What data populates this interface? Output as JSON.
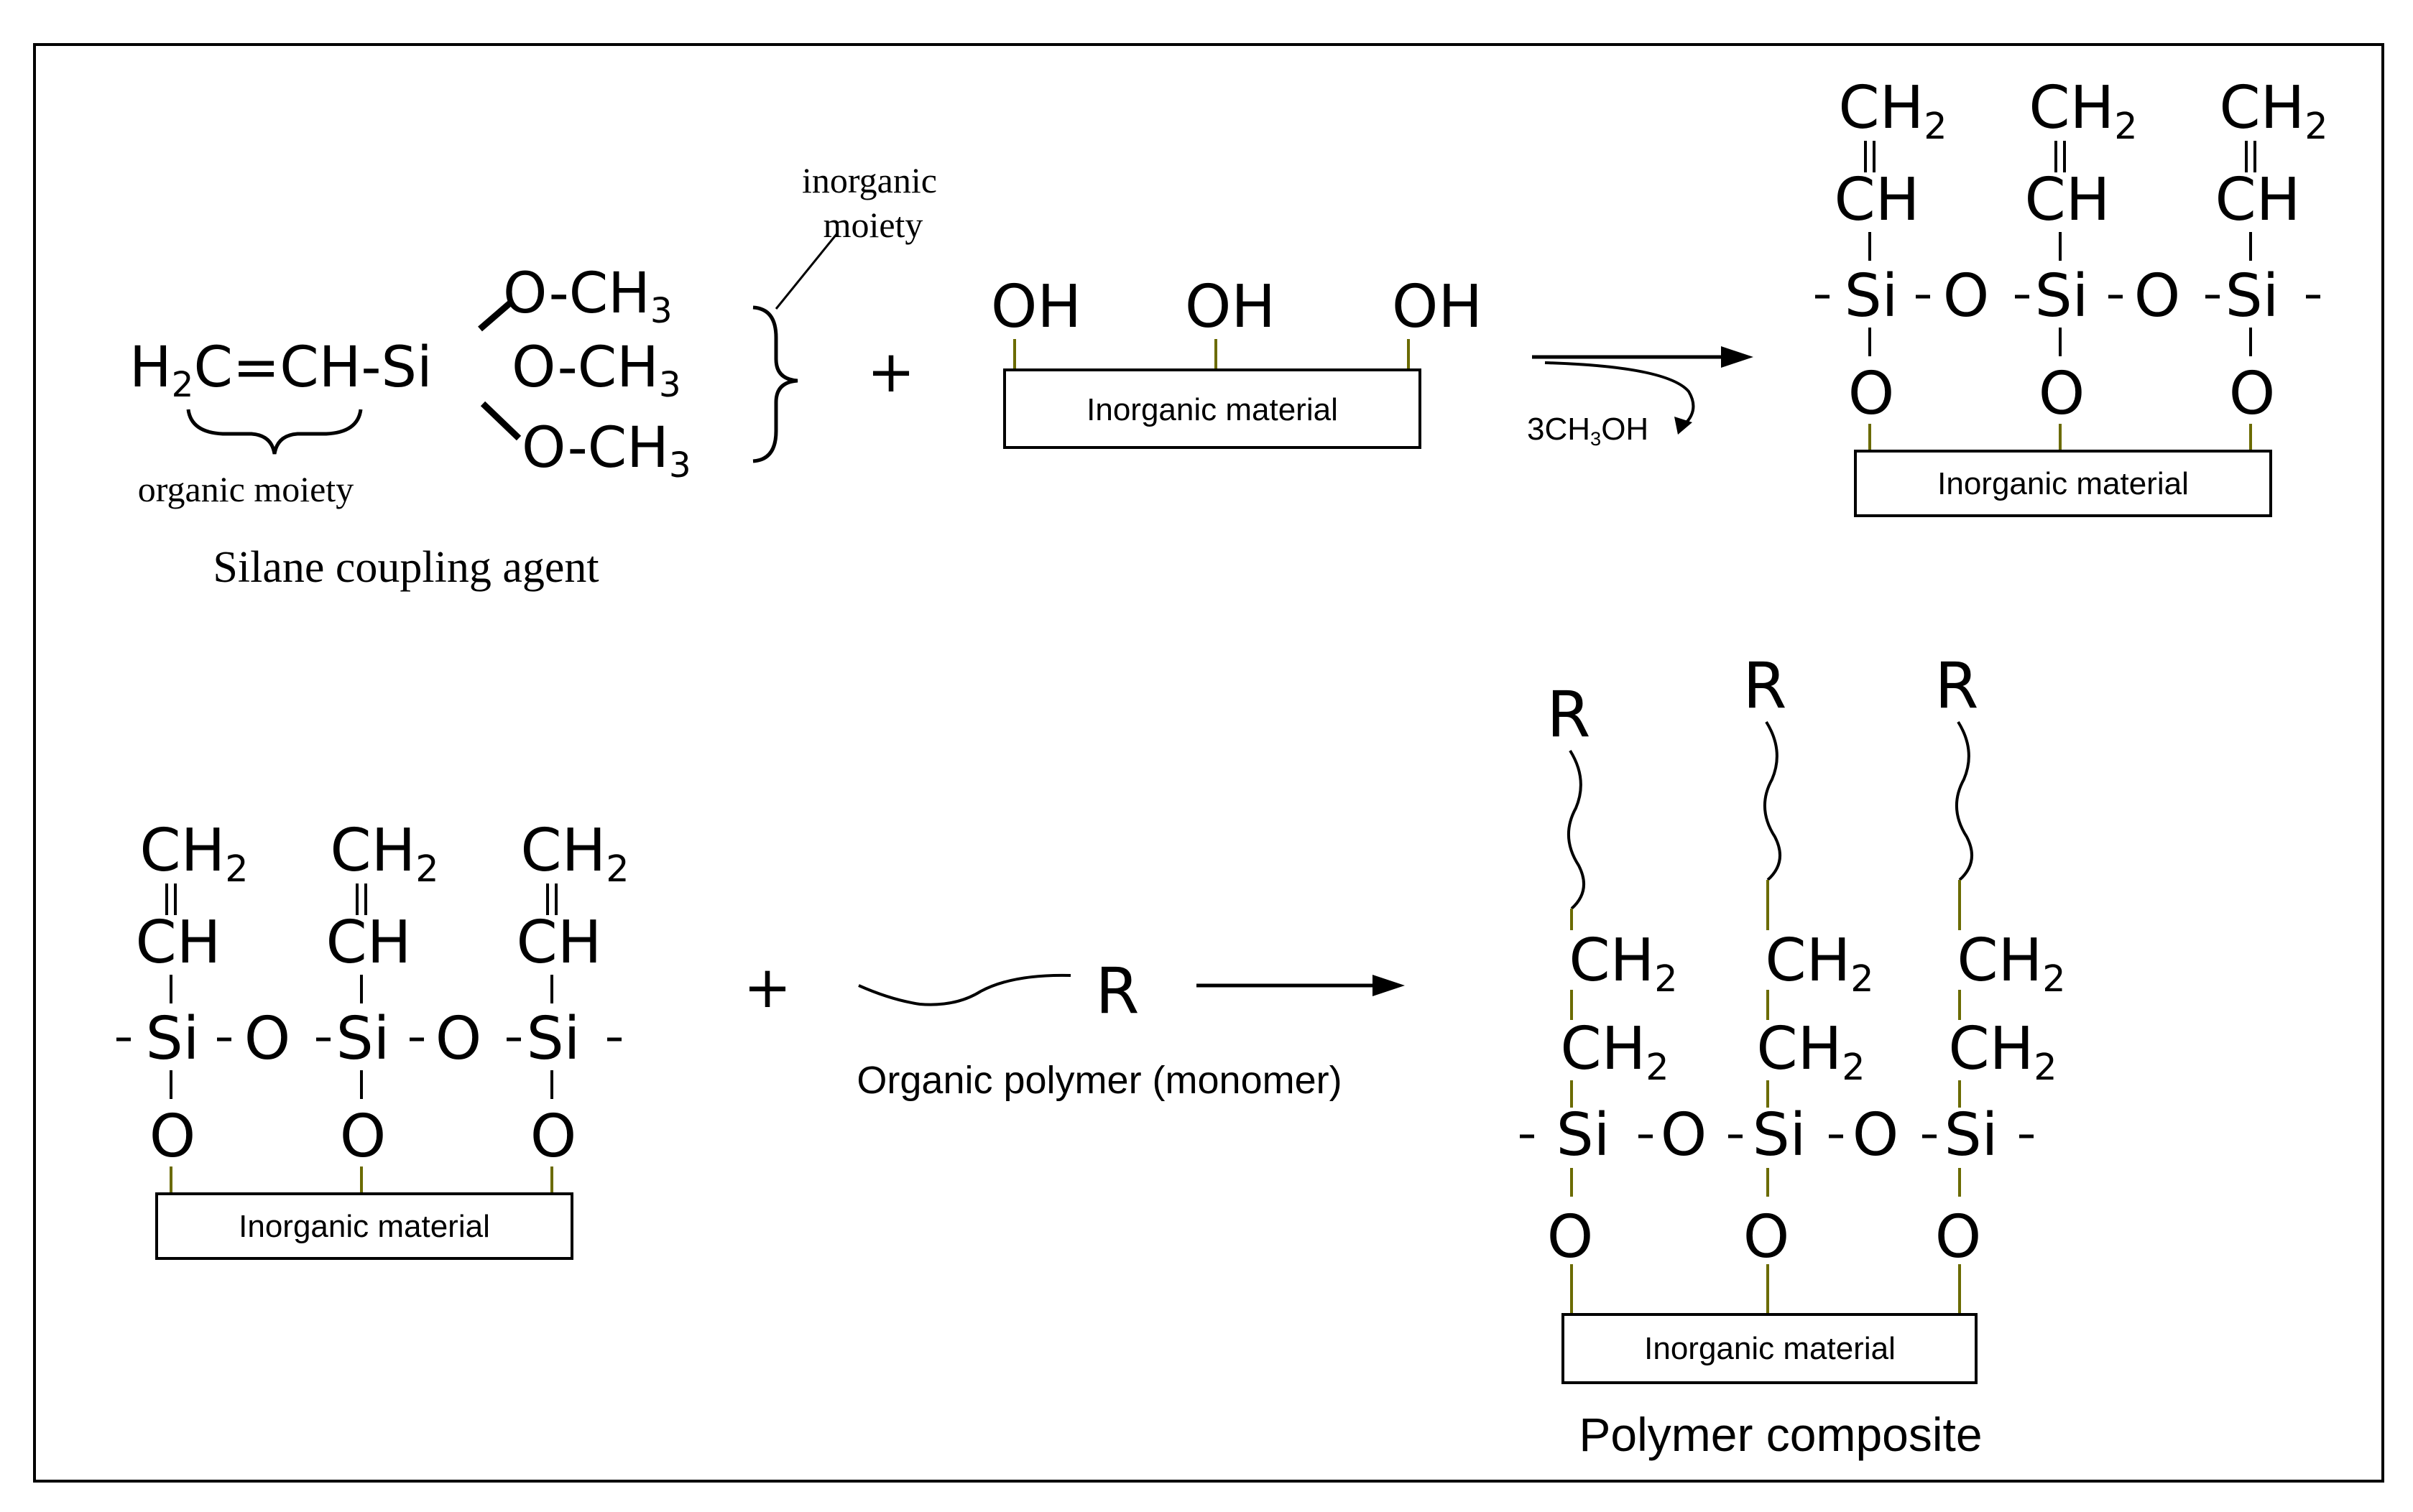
{
  "reagent": {
    "formula_left": "H",
    "formula_sub1": "2",
    "formula_mid": "C=CH-Si",
    "methoxy": "O-CH",
    "methoxy_sub": "3",
    "organic_moiety": "organic moiety",
    "inorganic_moiety_line1": "inorganic",
    "inorganic_moiety_line2": "moiety",
    "caption": "Silane coupling agent"
  },
  "operators": {
    "plus": "+"
  },
  "substrate": {
    "hydroxyl": "OH",
    "label": "Inorganic material"
  },
  "byproduct": {
    "prefix": "3CH",
    "sub": "3",
    "suffix": "OH"
  },
  "chain": {
    "ch2": "CH",
    "ch2_sub": "2",
    "ch": "CH",
    "si": "Si",
    "o": "O",
    "dash": "-"
  },
  "monomer": {
    "r": "R",
    "caption": "Organic polymer (monomer)"
  },
  "composite": {
    "r": "R",
    "caption": "Polymer composite",
    "caption_color": "#3a0f12"
  },
  "colors": {
    "bond_accent": "#6b6b00",
    "bond": "#000000"
  }
}
